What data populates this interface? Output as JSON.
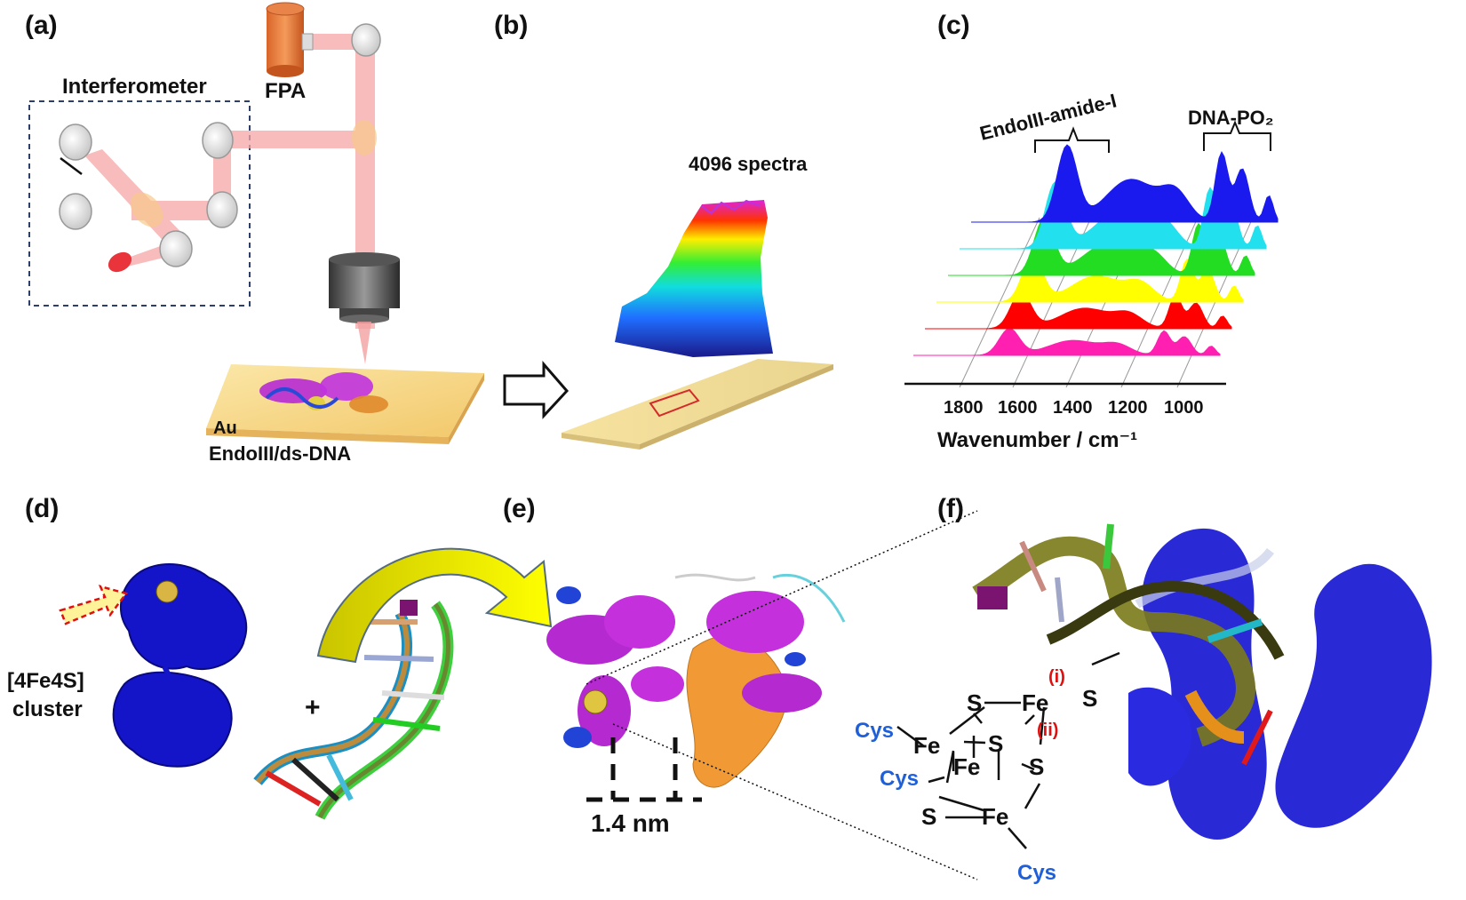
{
  "panels": {
    "a": "(a)",
    "b": "(b)",
    "c": "(c)",
    "d": "(d)",
    "e": "(e)",
    "f": "(f)"
  },
  "panel_a": {
    "interferometer": "Interferometer",
    "fpa": "FPA",
    "substrate": "Au",
    "sample": "EndoIII/ds-DNA"
  },
  "panel_b": {
    "spectra_count": "4096 spectra"
  },
  "panel_c": {
    "amide_label": "EndoIII-amide-I",
    "dna_label": "DNA-PO₂",
    "axis_label": "Wavenumber / cm⁻¹",
    "ticks": [
      "1800",
      "1600",
      "1400",
      "1200",
      "1000"
    ],
    "series_colors": [
      "#ff1fb0",
      "#ff0000",
      "#ffff00",
      "#22dd22",
      "#22e0ee",
      "#1a1aee"
    ]
  },
  "panel_d": {
    "cluster_line1": "[4Fe4S]",
    "cluster_line2": "cluster",
    "plus": "+"
  },
  "panel_e": {
    "distance": "1.4 nm"
  },
  "panel_f": {
    "atoms": {
      "s_top": "S",
      "s1": "S",
      "fe1": "Fe",
      "fe2": "Fe",
      "s2": "S",
      "fe3": "Fe",
      "s3": "S",
      "s4": "S",
      "fe4": "Fe"
    },
    "cys": [
      "Cys",
      "Cys",
      "Cys"
    ],
    "marker_i": "(i)",
    "marker_ii": "(ii)"
  }
}
